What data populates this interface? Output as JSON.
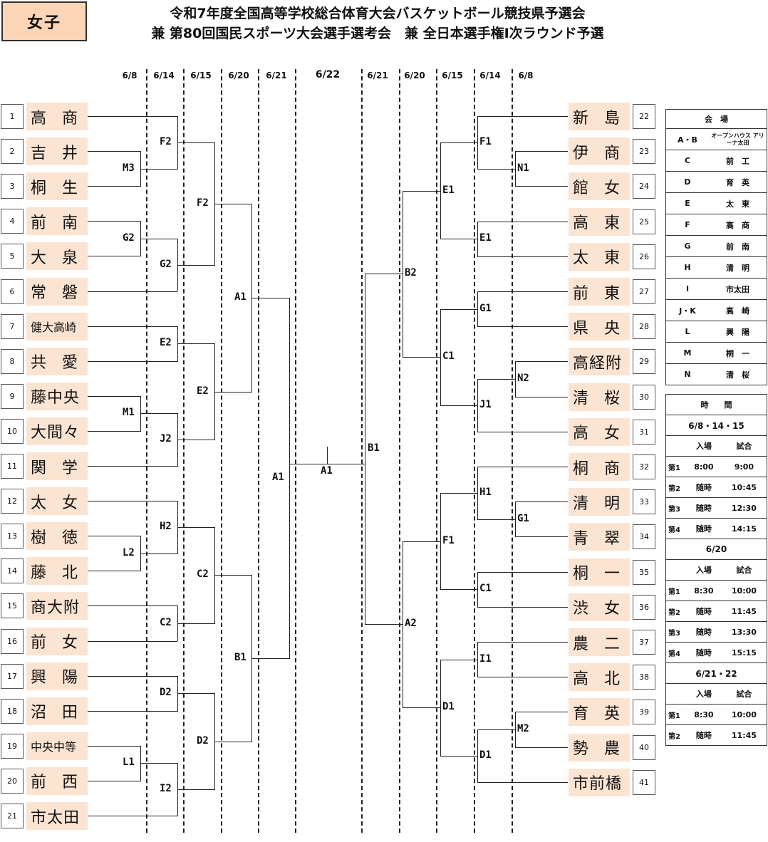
{
  "badge": "女子",
  "title_line1": "令和7年度全国高等学校総合体育大会バスケットボール競技県予選会",
  "title_line2": "兼 第80回国民スポーツ大会選手選考会　兼 全日本選手権Ⅰ次ラウンド予選",
  "dates_left": [
    "6/8",
    "6/14",
    "6/15",
    "6/20",
    "6/21"
  ],
  "date_center": "6/22",
  "dates_right": [
    "6/21",
    "6/20",
    "6/15",
    "6/14",
    "6/8"
  ],
  "left_teams": [
    {
      "no": "1",
      "name": "高　商"
    },
    {
      "no": "2",
      "name": "吉　井"
    },
    {
      "no": "3",
      "name": "桐　生"
    },
    {
      "no": "4",
      "name": "前　南"
    },
    {
      "no": "5",
      "name": "大　泉"
    },
    {
      "no": "6",
      "name": "常　磐"
    },
    {
      "no": "7",
      "name": "健大高崎"
    },
    {
      "no": "8",
      "name": "共　愛"
    },
    {
      "no": "9",
      "name": "藤中央"
    },
    {
      "no": "10",
      "name": "大間々"
    },
    {
      "no": "11",
      "name": "関　学"
    },
    {
      "no": "12",
      "name": "太　女"
    },
    {
      "no": "13",
      "name": "樹　徳"
    },
    {
      "no": "14",
      "name": "藤　北"
    },
    {
      "no": "15",
      "name": "商大附"
    },
    {
      "no": "16",
      "name": "前　女"
    },
    {
      "no": "17",
      "name": "興　陽"
    },
    {
      "no": "18",
      "name": "沼　田"
    },
    {
      "no": "19",
      "name": "中央中等"
    },
    {
      "no": "20",
      "name": "前　西"
    },
    {
      "no": "21",
      "name": "市太田"
    }
  ],
  "right_teams": [
    {
      "no": "22",
      "name": "新　島"
    },
    {
      "no": "23",
      "name": "伊　商"
    },
    {
      "no": "24",
      "name": "館　女"
    },
    {
      "no": "25",
      "name": "高　東"
    },
    {
      "no": "26",
      "name": "太　東"
    },
    {
      "no": "27",
      "name": "前　東"
    },
    {
      "no": "28",
      "name": "県　央"
    },
    {
      "no": "29",
      "name": "高経附"
    },
    {
      "no": "30",
      "name": "清　桜"
    },
    {
      "no": "31",
      "name": "高　女"
    },
    {
      "no": "32",
      "name": "桐　商"
    },
    {
      "no": "33",
      "name": "清　明"
    },
    {
      "no": "34",
      "name": "青　翠"
    },
    {
      "no": "35",
      "name": "桐　一"
    },
    {
      "no": "36",
      "name": "渋　女"
    },
    {
      "no": "37",
      "name": "農　二"
    },
    {
      "no": "38",
      "name": "高　北"
    },
    {
      "no": "39",
      "name": "育　英"
    },
    {
      "no": "40",
      "name": "勢　農"
    },
    {
      "no": "41",
      "name": "市前橋"
    }
  ],
  "venue_title": "会　場",
  "venues": [
    {
      "key": "A・B",
      "value": "オープンハウス アリーナ太田"
    },
    {
      "key": "C",
      "value": "前　工"
    },
    {
      "key": "D",
      "value": "育　英"
    },
    {
      "key": "E",
      "value": "太　東"
    },
    {
      "key": "F",
      "value": "高　商"
    },
    {
      "key": "G",
      "value": "前　南"
    },
    {
      "key": "H",
      "value": "清　明"
    },
    {
      "key": "I",
      "value": "市太田"
    },
    {
      "key": "J・K",
      "value": "高　崎"
    },
    {
      "key": "L",
      "value": "興　陽"
    },
    {
      "key": "M",
      "value": "桐　一"
    },
    {
      "key": "N",
      "value": "清　桜"
    }
  ],
  "time_title": "時　　間",
  "col_entry": "入場",
  "col_match": "試合",
  "schedule": [
    {
      "period": "6/8・14・15",
      "rows": [
        {
          "no": "第1",
          "entry": "8:00",
          "match": "9:00"
        },
        {
          "no": "第2",
          "entry": "随時",
          "match": "10:45"
        },
        {
          "no": "第3",
          "entry": "随時",
          "match": "12:30"
        },
        {
          "no": "第4",
          "entry": "随時",
          "match": "14:15"
        }
      ]
    },
    {
      "period": "6/20",
      "rows": [
        {
          "no": "第1",
          "entry": "8:30",
          "match": "10:00"
        },
        {
          "no": "第2",
          "entry": "随時",
          "match": "11:45"
        },
        {
          "no": "第3",
          "entry": "随時",
          "match": "13:30"
        },
        {
          "no": "第4",
          "entry": "随時",
          "match": "15:15"
        }
      ]
    },
    {
      "period": "6/21・22",
      "rows": [
        {
          "no": "第1",
          "entry": "8:30",
          "match": "10:00"
        },
        {
          "no": "第2",
          "entry": "随時",
          "match": "11:45"
        }
      ]
    }
  ],
  "labels_left": {
    "r1": [
      "M3",
      "G2",
      "M1",
      "L2",
      "L1"
    ],
    "r2": [
      "F2",
      "G2",
      "E2",
      "J2",
      "H2",
      "C2",
      "D2",
      "I2"
    ],
    "r3": [
      "F2",
      "E2",
      "C2",
      "D2"
    ],
    "r4": [
      "A1",
      "B1"
    ],
    "r5": "A1"
  },
  "label_final": "A1",
  "labels_right": {
    "r1": [
      "N1",
      "N2",
      "G1",
      "M2"
    ],
    "r2": [
      "F1",
      "E1",
      "G1",
      "J1",
      "H1",
      "C1",
      "I1",
      "D1"
    ],
    "r3": [
      "E1",
      "C1",
      "F1",
      "D1"
    ],
    "r4": [
      "B2",
      "A2"
    ],
    "r5": "B1"
  }
}
